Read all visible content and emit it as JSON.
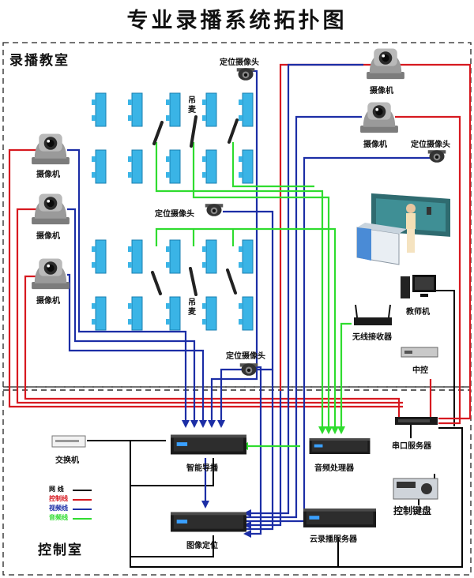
{
  "title": "专业录播系统拓扑图",
  "zones": {
    "classroom": "录播教室",
    "control_room": "控制室"
  },
  "colors": {
    "network": "#000000",
    "control": "#d71920",
    "video": "#1c2ea6",
    "audio": "#2fdc2f",
    "desk": "#3ab4e6"
  },
  "devices": {
    "camera_label": "摄像机",
    "positioning_camera_label": "定位摄像头",
    "hanging_mic_label": "吊麦",
    "teacher_pc": "教师机",
    "wireless_receiver": "无线接收器",
    "central_control": "中控",
    "serial_server": "串口服务器",
    "switch": "交换机",
    "smart_director": "智能导播",
    "image_positioning": "图像定位",
    "audio_processor": "音频处理器",
    "cloud_server": "云录播服务器",
    "control_keyboard": "控制键盘"
  },
  "legend": [
    {
      "label": "网  线",
      "color": "#000000"
    },
    {
      "label": "控制线",
      "color": "#d71920"
    },
    {
      "label": "视频线",
      "color": "#1c2ea6"
    },
    {
      "label": "音频线",
      "color": "#2fdc2f"
    }
  ]
}
